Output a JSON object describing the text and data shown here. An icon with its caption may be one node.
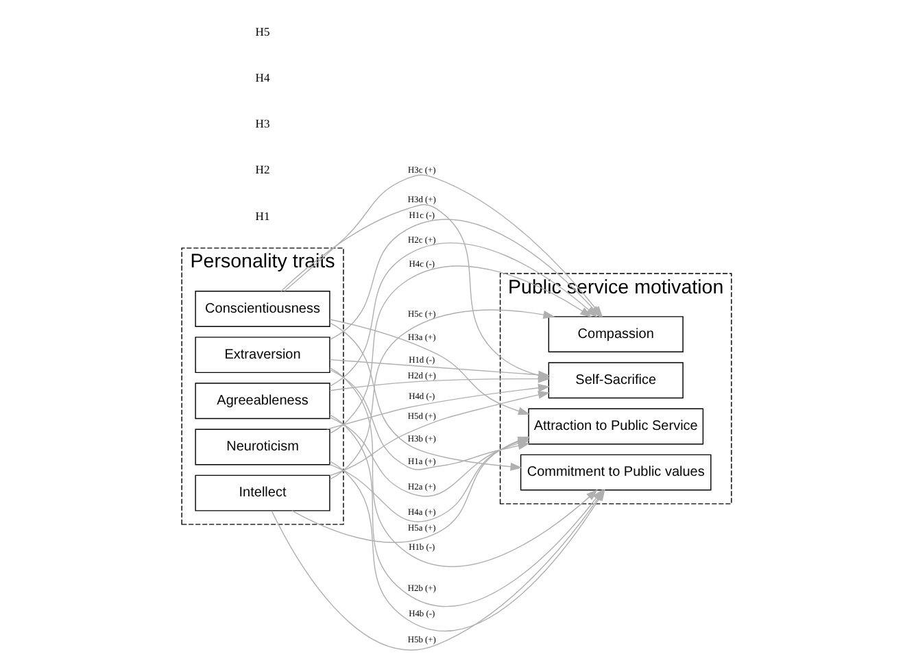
{
  "diagram": {
    "nodes": [
      {
        "text": [
          "Personality traits"
        ]
      },
      {
        "text": [
          "Extraversion"
        ],
        "in": 0
      },
      {
        "text": [
          "Agreeableness"
        ],
        "in": 0
      },
      {
        "text": [
          "Conscientiousness"
        ],
        "in": 0
      },
      {
        "text": [
          "Neuroticism"
        ],
        "in": 0
      },
      {
        "text": [
          "Intellect"
        ],
        "in": 0
      },
      {
        "text": [
          "Public service motivation"
        ]
      },
      {
        "text": [
          "Attraction to Public Service"
        ],
        "in": 6
      },
      {
        "text": [
          "Commitment to Public values"
        ],
        "in": 6
      },
      {
        "text": [
          "Compassion"
        ],
        "in": 6
      },
      {
        "text": [
          "Self-Sacrifice"
        ],
        "in": 6
      }
    ],
    "edges": [
      {
        "from": 1,
        "to": 7,
        "arrow": "to",
        "label": "H1a (+)"
      },
      {
        "from": 2,
        "to": 7,
        "arrow": "to",
        "label": "H2a (+)"
      },
      {
        "from": 3,
        "to": 7,
        "arrow": "to",
        "label": "H3a (+)"
      },
      {
        "from": 4,
        "to": 7,
        "arrow": "to",
        "label": "H4a (+)"
      },
      {
        "from": 5,
        "to": 7,
        "arrow": "to",
        "label": "H5a (+)"
      },
      {
        "from": 1,
        "to": 8,
        "arrow": "to",
        "label": "H1b (-)"
      },
      {
        "from": 2,
        "to": 8,
        "arrow": "to",
        "label": "H2b (+)"
      },
      {
        "from": 3,
        "to": 8,
        "arrow": "to",
        "label": "H3b (+)"
      },
      {
        "from": 4,
        "to": 8,
        "arrow": "to",
        "label": "H4b (-)"
      },
      {
        "from": 5,
        "to": 8,
        "arrow": "to",
        "label": "H5b (+)"
      },
      {
        "from": 1,
        "to": 9,
        "arrow": "to",
        "label": "H1c (-)"
      },
      {
        "from": 2,
        "to": 9,
        "arrow": "to",
        "label": "H2c (+)"
      },
      {
        "from": 3,
        "to": 9,
        "arrow": "to",
        "label": "H3c (+)"
      },
      {
        "from": 4,
        "to": 9,
        "arrow": "to",
        "label": "H4c (-)"
      },
      {
        "from": 5,
        "to": 9,
        "arrow": "to",
        "label": "H5c (+)"
      },
      {
        "from": 1,
        "to": 10,
        "arrow": "to",
        "label": "H1d (-)"
      },
      {
        "from": 2,
        "to": 10,
        "arrow": "to",
        "label": "H2d (+)"
      },
      {
        "from": 3,
        "to": 10,
        "arrow": "to",
        "label": "H3d (+)"
      },
      {
        "from": 4,
        "to": 10,
        "arrow": "to",
        "label": "H4d (-)"
      },
      {
        "from": 5,
        "to": 10,
        "arrow": "to",
        "label": "H5d (+)"
      }
    ],
    "labels": [
      "H1",
      "H2",
      "H3",
      "H4",
      "H5"
    ]
  }
}
